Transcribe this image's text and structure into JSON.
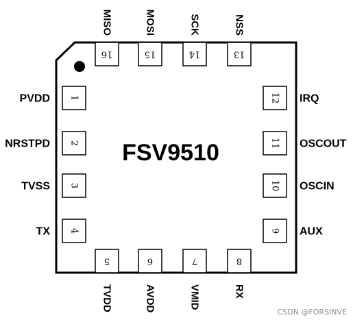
{
  "chip": {
    "name": "FSV9510"
  },
  "pins": {
    "left": [
      {
        "number": "1",
        "signal": "PVDD"
      },
      {
        "number": "2",
        "signal": "NRSTPD"
      },
      {
        "number": "3",
        "signal": "TVSS"
      },
      {
        "number": "4",
        "signal": "TX"
      }
    ],
    "bottom": [
      {
        "number": "5",
        "signal": "TVDD"
      },
      {
        "number": "6",
        "signal": "AVDD"
      },
      {
        "number": "7",
        "signal": "VMID"
      },
      {
        "number": "8",
        "signal": "RX"
      }
    ],
    "right": [
      {
        "number": "9",
        "signal": "AUX"
      },
      {
        "number": "10",
        "signal": "OSCIN"
      },
      {
        "number": "11",
        "signal": "OSCOUT"
      },
      {
        "number": "12",
        "signal": "IRQ"
      }
    ],
    "top": [
      {
        "number": "13",
        "signal": "NSS"
      },
      {
        "number": "14",
        "signal": "SCK"
      },
      {
        "number": "15",
        "signal": "MOSI"
      },
      {
        "number": "16",
        "signal": "MISO"
      }
    ]
  },
  "watermark": "CSDN @FORSINVE",
  "colors": {
    "stroke": "#000000",
    "watermark": "#8a8a8a"
  }
}
